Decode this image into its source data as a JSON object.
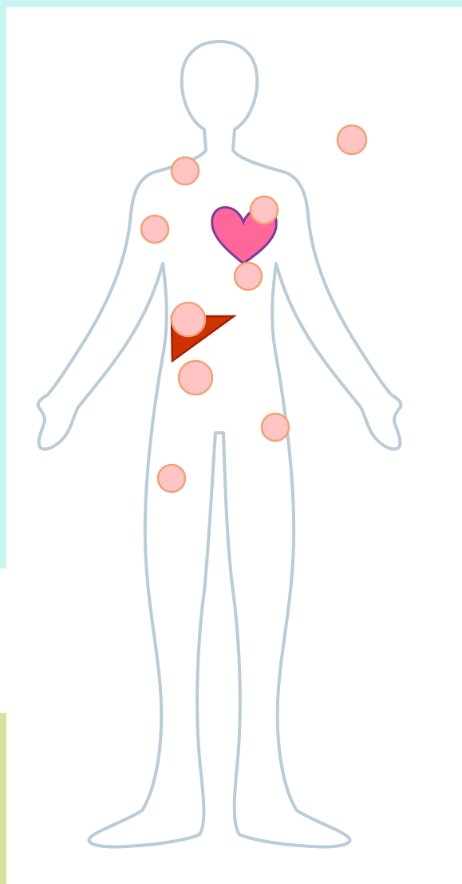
{
  "colors": {
    "top_border": "#c6f5f2",
    "left_border_upper": "#c6f5f2",
    "left_border_lower": "#d4e49d",
    "body_outline": "#b9ccd8",
    "marker_fill": "#ffc5c5",
    "marker_stroke": "#f4a070",
    "heart_fill": "#ff6699",
    "heart_stroke": "#7a3aa0",
    "liver_fill": "#cc3300",
    "liver_stroke": "#aa1a00"
  },
  "icons": {
    "body": "human-body-outline-icon",
    "heart": "heart-icon",
    "liver": "liver-icon"
  },
  "markers": [
    {
      "id": "m1"
    },
    {
      "id": "m2"
    },
    {
      "id": "m3"
    },
    {
      "id": "m4"
    },
    {
      "id": "m5"
    },
    {
      "id": "m6"
    },
    {
      "id": "m7"
    },
    {
      "id": "m8"
    },
    {
      "id": "m9"
    },
    {
      "id": "m10"
    }
  ]
}
